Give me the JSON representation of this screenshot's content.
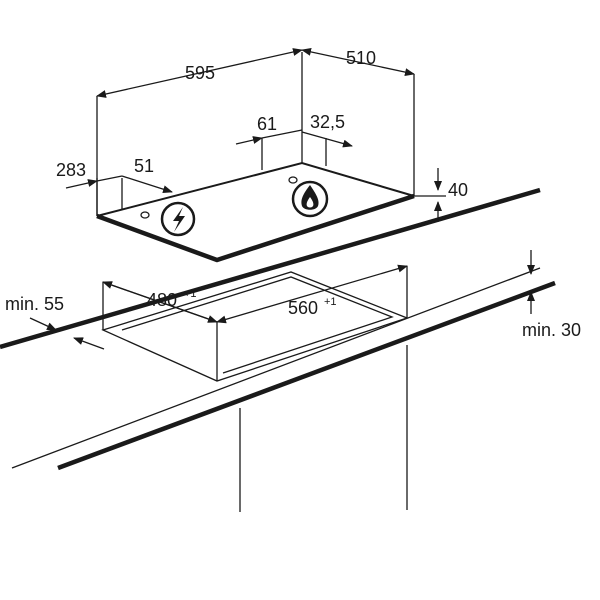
{
  "dimensions": {
    "hob_width": "595",
    "hob_depth": "510",
    "side_offset": "283",
    "connection_offset": "51",
    "gas_depth": "61",
    "gas_offset": "32,5",
    "hob_height": "40",
    "min_side": "min. 55",
    "cutout_depth": "480",
    "cutout_width": "560",
    "tolerance": "+1",
    "min_wall": "min. 30"
  },
  "icons": {
    "electric": "electric-connection-icon",
    "gas": "gas-flame-icon"
  }
}
